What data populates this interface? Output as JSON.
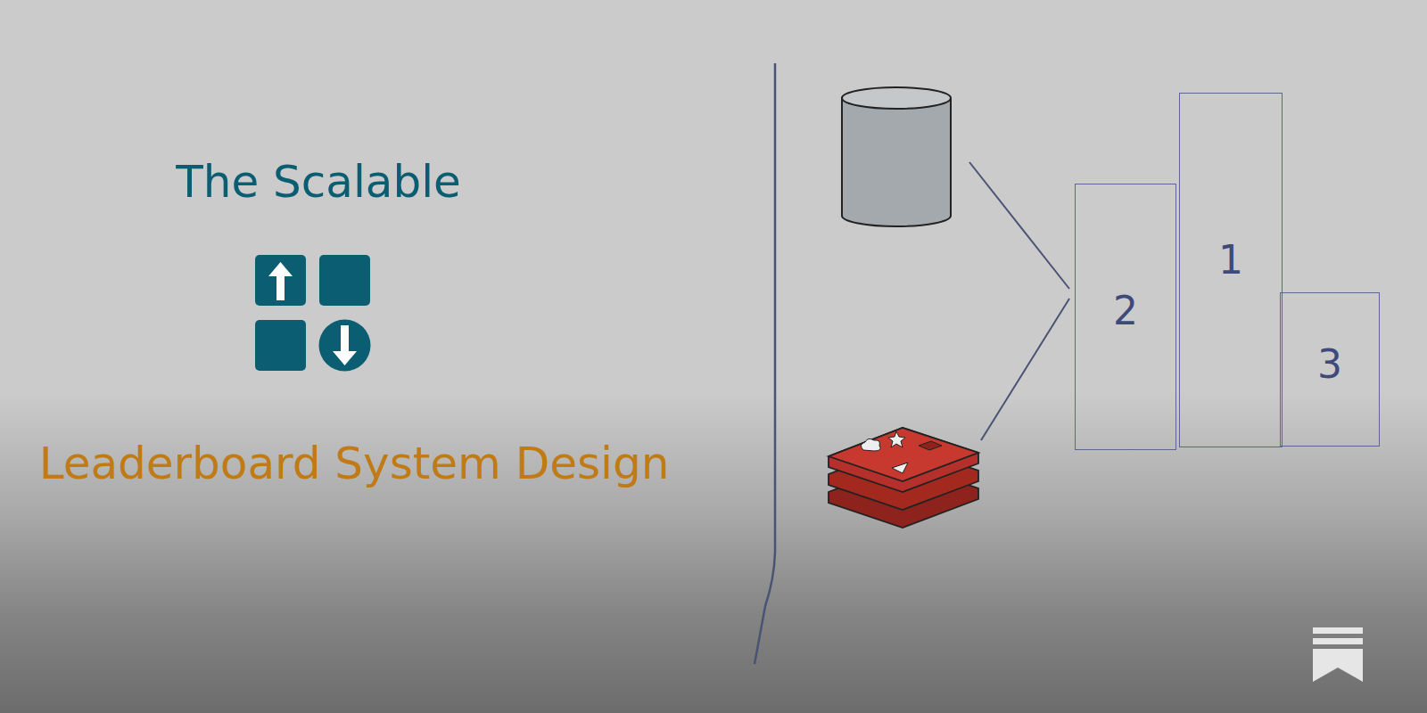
{
  "diagram": {
    "nodes": [
      {
        "text": [
          "2"
        ]
      },
      {
        "text": [
          "1"
        ]
      },
      {
        "text": [
          "3"
        ]
      }
    ],
    "labels": [
      "The Scalable",
      "Leaderboard System Design"
    ]
  }
}
